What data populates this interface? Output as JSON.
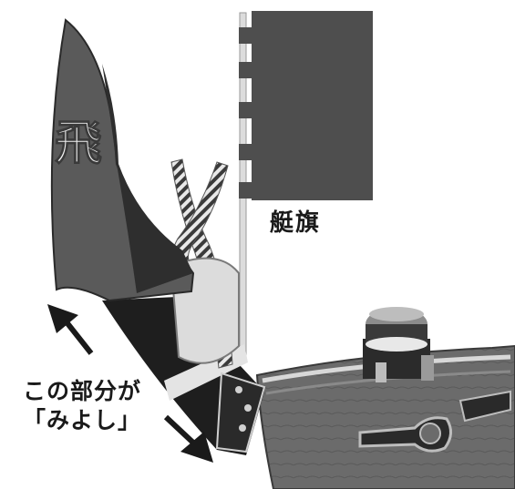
{
  "image": {
    "bow_character": "飛",
    "flag_label": "艇旗",
    "callout": {
      "line1": "この部分が",
      "line2": "「みよし」"
    }
  },
  "colors": {
    "bow_panel": "#5a5a5a",
    "bow_dark": "#1e1e1e",
    "flag": "#4e4e4e",
    "hull": "#6b6b6b",
    "rope_light": "#e8e8e8",
    "rope_dark": "#3a3a3a",
    "arrow": "#1a1a1a"
  }
}
